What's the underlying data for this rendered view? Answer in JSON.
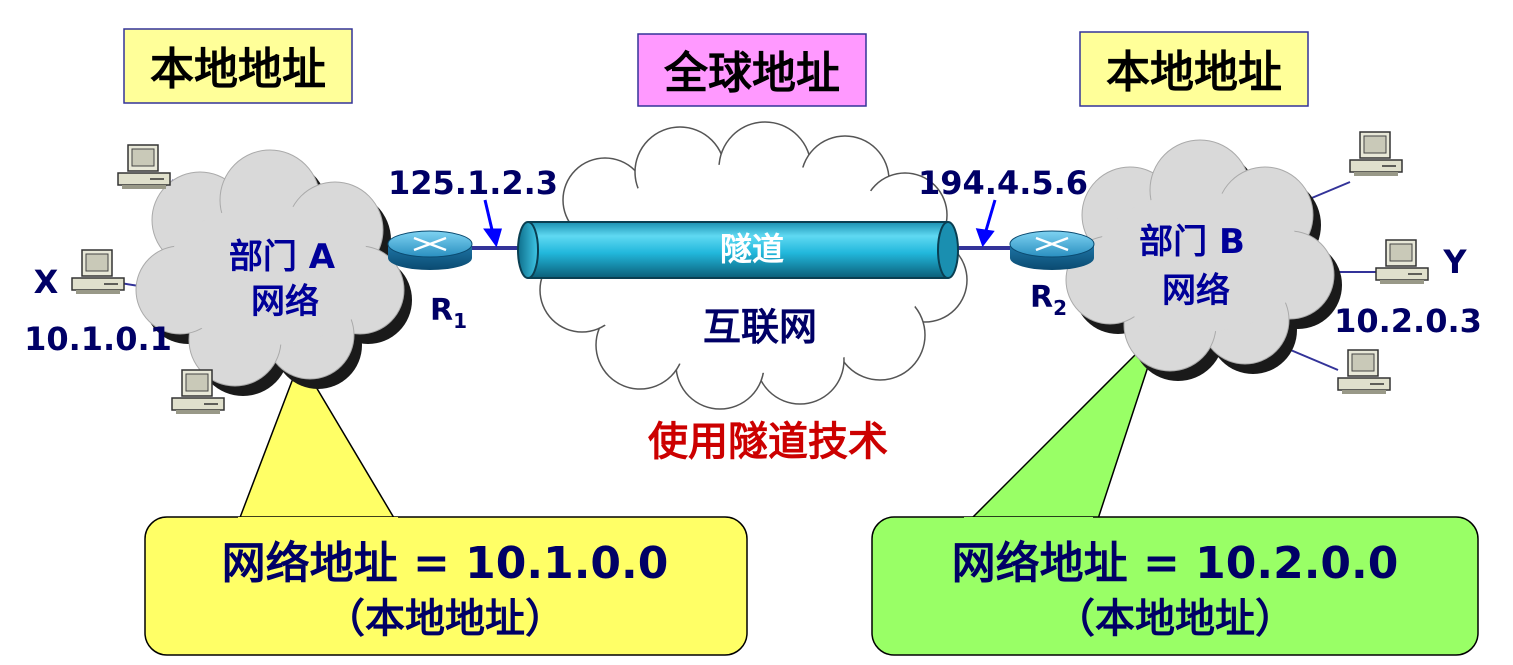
{
  "header_labels": {
    "left": "本地地址",
    "center": "全球地址",
    "right": "本地地址"
  },
  "network_a": {
    "line1": "部门 A",
    "line2": "网络",
    "host_name": "X",
    "host_ip": "10.1.0.1",
    "router_letter": "R",
    "router_sub": "1",
    "router_ip": "125.1.2.3"
  },
  "network_b": {
    "line1": "部门 B",
    "line2": "网络",
    "host_name": "Y",
    "host_ip": "10.2.0.3",
    "router_letter": "R",
    "router_sub": "2",
    "router_ip": "194.4.5.6"
  },
  "internet": {
    "tunnel_label": "隧道",
    "cloud_label": "互联网",
    "caption": "使用隧道技术"
  },
  "callouts": {
    "left_line1": "网络地址 = 10.1.0.0",
    "left_line2": "（本地地址）",
    "right_line1": "网络地址 = 10.2.0.0",
    "right_line2": "（本地地址）"
  },
  "colors": {
    "label_box_yellow": "#FFFF99",
    "label_box_pink": "#FF99FF",
    "callout_yellow": "#FFFF66",
    "callout_green": "#99FF66",
    "text_blue": "#000099",
    "text_navy": "#000066",
    "caption_red": "#CC0000",
    "tunnel_cyan": "#33CCEE",
    "cloud_gray": "#D9D9D9"
  }
}
